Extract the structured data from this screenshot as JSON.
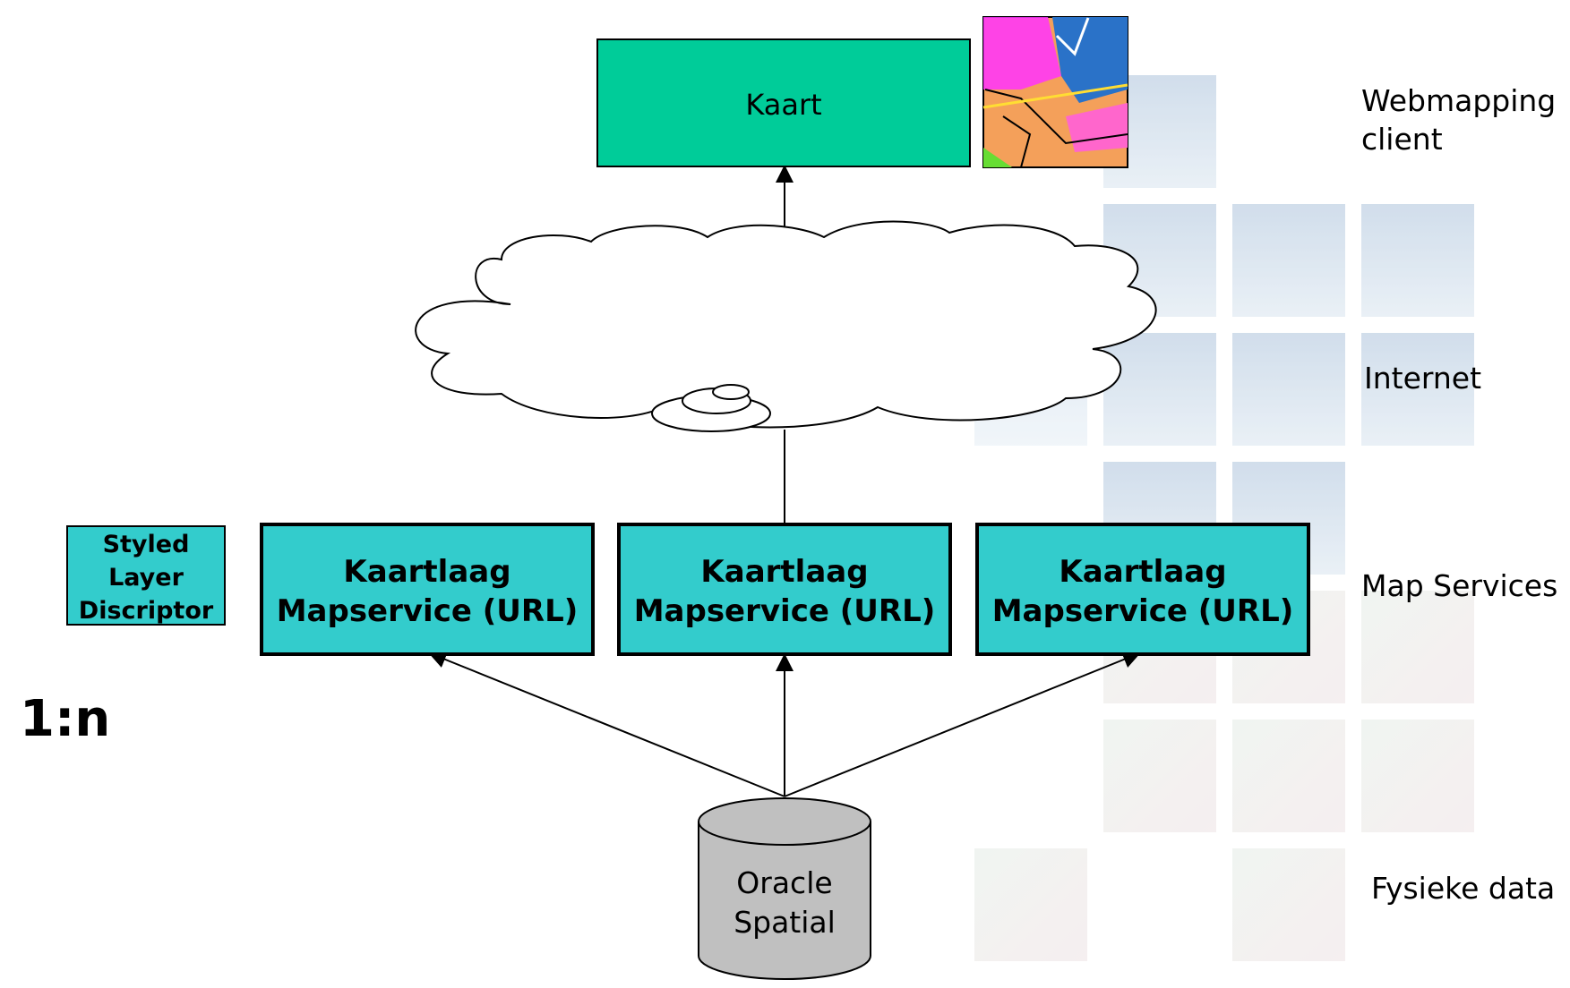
{
  "layers": {
    "client": "Webmapping\nclient",
    "internet": "Internet",
    "services": "Map Services",
    "data": "Fysieke data"
  },
  "client_box": {
    "label": "Kaart",
    "color": "#00cc99"
  },
  "service_boxes": [
    {
      "line1": "Kaartlaag",
      "line2": "Mapservice (URL)"
    },
    {
      "line1": "Kaartlaag",
      "line2": "Mapservice (URL)"
    },
    {
      "line1": "Kaartlaag",
      "line2": "Mapservice (URL)"
    }
  ],
  "service_color": "#33cccc",
  "sld": {
    "lines": [
      "Styled",
      "Layer",
      "Discriptor"
    ]
  },
  "ratio_label": "1:n",
  "database": {
    "lines": [
      "Oracle",
      "Spatial"
    ],
    "color": "#c0c0c0"
  }
}
